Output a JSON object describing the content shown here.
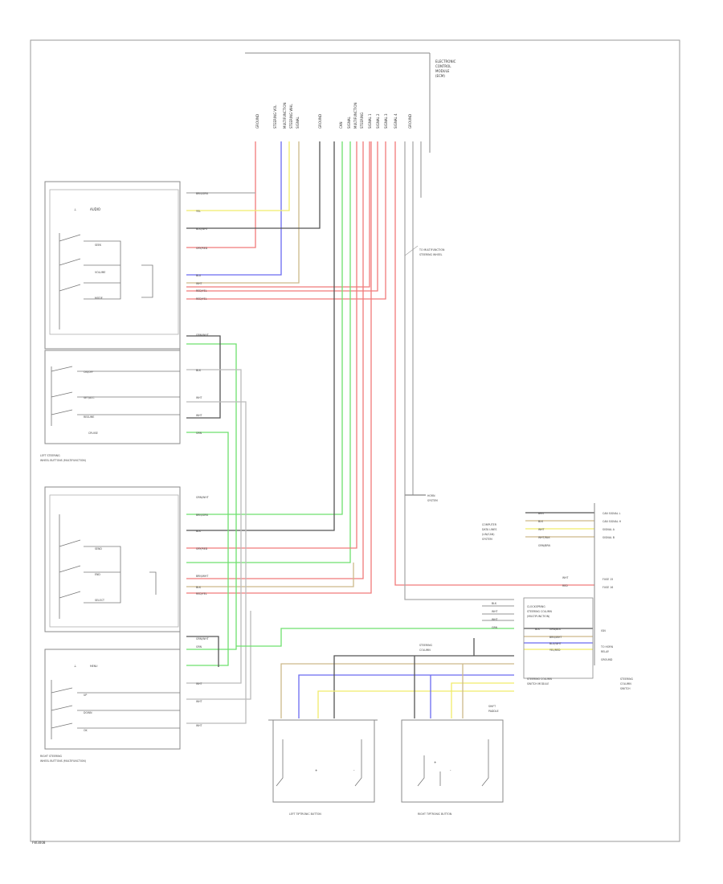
{
  "page_id": "FW3008",
  "ecm": {
    "title_lines": [
      "ELECTRONIC",
      "CONTROL",
      "MODULE",
      "(ECM)"
    ],
    "pin_labels_left": [
      "GROUND",
      "STEERING VOL",
      "MULTIFUNCTION",
      "STEERING WHL",
      "SIGNAL",
      "GROUND"
    ],
    "pin_labels_right": [
      "CAN",
      "SIGNAL",
      "MULTIFUNCTION",
      "STEERING",
      "SIGNAL 1",
      "SIGNAL 2",
      "SIGNAL 3",
      "SIGNAL 4",
      "GROUND"
    ]
  },
  "left_module": {
    "caption_lines": [
      "LEFT STEERING",
      "WHEEL BUTTONS (MULTIFUNCTION)"
    ],
    "upper_box": {
      "title": "AUDIO",
      "switches": [
        "SEEK",
        "VOLUME",
        "MODE"
      ],
      "wire_labels": [
        "BRN/GRN",
        "YEL",
        "BLK/WHT",
        "GRY/RED",
        "BLU",
        "WHT",
        "RED/YEL",
        "RED/YEL"
      ]
    },
    "lower_box": {
      "title": "CRUISE",
      "switches": [
        "ON/OFF",
        "SET/ACC",
        "RESUME"
      ],
      "wire_labels": [
        "GRN/WHT",
        "BLK",
        "WHT",
        "WHT",
        "GRN"
      ]
    }
  },
  "right_module": {
    "caption_lines": [
      "RIGHT STEERING",
      "WHEEL BUTTONS (MULTIFUNCTION)"
    ],
    "upper_box": {
      "title": "PHONE",
      "switches": [
        "SEND",
        "END",
        "SELECT"
      ],
      "wire_labels": [
        "GRN/WHT",
        "BRN/GRN",
        "BLK",
        "GRY/RED",
        "BRN/WHT",
        "BLK",
        "RED/YEL"
      ]
    },
    "lower_box": {
      "title": "MENU",
      "switches": [
        "UP",
        "DOWN",
        "OK"
      ],
      "wire_labels": [
        "GRN/WHT",
        "GRN",
        "WHT",
        "WHT",
        "WHT"
      ]
    }
  },
  "connector_note": {
    "lines": [
      "TO MULTIFUNCTION",
      "STEERING WHEEL"
    ]
  },
  "horn_label": [
    "HORN",
    "SYSTEM"
  ],
  "clockspring": {
    "title_lines": [
      "CLOCKSPRING",
      "STEERING COLUMN",
      "(MULTIFUNCTION)"
    ],
    "group_lines": [
      "COMPUTER",
      "DATA LINES",
      "(LIN/CAN)",
      "SYSTEM"
    ],
    "wire_labels": [
      "BRN",
      "BLK",
      "WHT",
      "WHT/BLK",
      "GRN/BRN"
    ],
    "right_pin_labels": [
      "CAN SIGNAL L",
      "CAN SIGNAL H",
      "SIGNAL A",
      "SIGNAL B"
    ],
    "power_labels": [
      "WHT",
      "RED"
    ],
    "power_pins": [
      "FUSE 15",
      "FUSE 16"
    ],
    "lower_left_labels": [
      "BLK",
      "WHT",
      "WHT",
      "GRN"
    ],
    "lower_right_labels": [
      "BLK",
      "GRN/BLK",
      "BRN/WHT",
      "BLU/WHT",
      "YEL/RED"
    ],
    "lower_pin_labels": [
      "IGN",
      "TO HORN",
      "RELAY",
      "GROUND"
    ],
    "bottom_title_lines": [
      "STEERING COLUMN",
      "SWITCH MODULE"
    ],
    "right_caption_lines": [
      "STEERING",
      "COLUMN",
      "SWITCH"
    ]
  },
  "center_label": [
    "STEERING",
    "COLUMN"
  ],
  "left_tip": {
    "caption": "LEFT TIPTRONIC BUTTON",
    "switches": [
      "+",
      "-"
    ]
  },
  "right_tip": {
    "caption": "RIGHT TIPTRONIC BUTTON",
    "switches": [
      "+",
      "-"
    ],
    "side_label": [
      "SHIFT",
      "PADDLE"
    ]
  },
  "colors": {
    "red": "#f07a7a",
    "yellow": "#f0ec6a",
    "blue": "#6a6af0",
    "green": "#6ee06e",
    "dark": "#555555",
    "gray": "#9a9a9a",
    "tan": "#cdb98a",
    "frame": "#9a9a9a"
  }
}
